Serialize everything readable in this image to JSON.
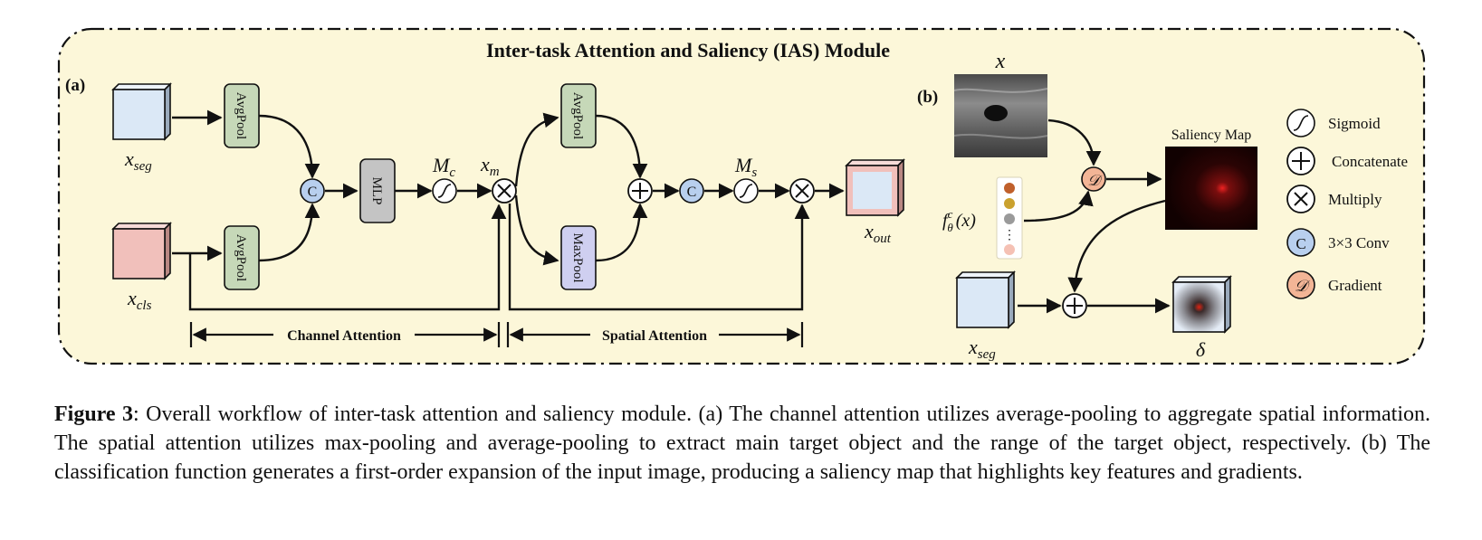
{
  "title": "Inter-task Attention and Saliency (IAS) Module",
  "panel_a_label": "(a)",
  "panel_b_label": "(b)",
  "blocks": {
    "avgpool": "AvgPool",
    "maxpool": "MaxPool",
    "mlp": "MLP"
  },
  "symbols": {
    "conv": "C",
    "gradient": "𝒟"
  },
  "vars": {
    "x_seg_base": "x",
    "x_seg_sub": "seg",
    "x_cls_base": "x",
    "x_cls_sub": "cls",
    "x_m_base": "x",
    "x_m_sub": "m",
    "x_out_base": "x",
    "x_out_sub": "out",
    "mc_base": "M",
    "mc_sub": "c",
    "ms_base": "M",
    "ms_sub": "s",
    "x_input": "x",
    "f_base": "f",
    "f_sup": "c",
    "f_sub": "θ",
    "f_arg": "(x)",
    "delta": "δ",
    "dots": "⋮"
  },
  "section_labels": {
    "channel": "Channel Attention",
    "spatial": "Spatial Attention"
  },
  "saliency_map_label": "Saliency Map",
  "legend": [
    {
      "icon": "sigmoid",
      "label": "Sigmoid"
    },
    {
      "icon": "plus",
      "label": "Concatenate"
    },
    {
      "icon": "times",
      "label": "Multiply"
    },
    {
      "icon": "conv",
      "label": "3×3 Conv"
    },
    {
      "icon": "gradient",
      "label": "Gradient"
    }
  ],
  "caption": {
    "lead": "Figure 3",
    "text": ": Overall workflow of inter-task attention and saliency module. (a) The channel attention utilizes average-pooling to aggregate spatial information. The spatial attention utilizes max-pooling and average-pooling to extract main target object and the range of the target object, respectively. (b) The classification function generates a first-order expansion of the input image, producing a saliency map that highlights key features and gradients."
  },
  "colors": {
    "panel_bg": "#fcf7d9",
    "seg_face": "#dbe8f6",
    "cls_face": "#f1c0bb",
    "pool_fill": "#c6d8b8",
    "maxpool_fill": "#cfcff0",
    "mlp_fill": "#c4c4c4",
    "conv_fill": "#b8cfee",
    "gradient_fill": "#f3b596",
    "dot_colors": [
      "#c0602b",
      "#caa12e",
      "#9a9a9a",
      "#f5c1b4"
    ]
  }
}
